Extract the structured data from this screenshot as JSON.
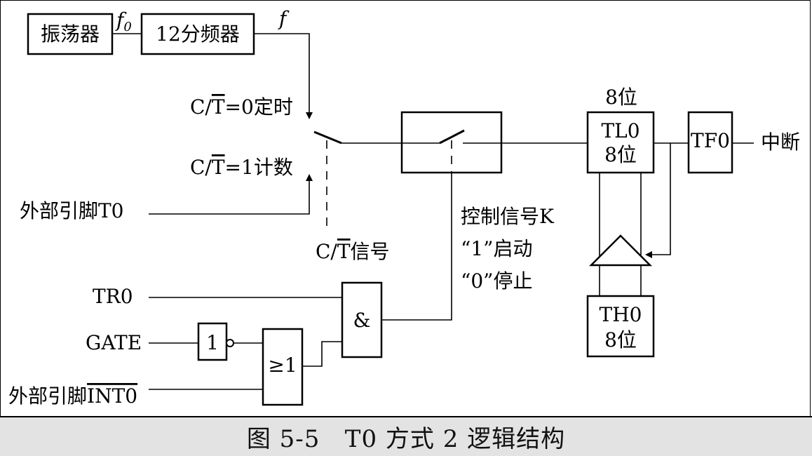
{
  "diagram": {
    "oscillator": "振荡器",
    "divider": "12分频器",
    "f0_label": "f",
    "f0_sub": "0",
    "f_label": "f",
    "ct0_prefix": "C/",
    "ct0_t": "T",
    "ct0_suffix": "=0定时",
    "ct1_prefix": "C/",
    "ct1_t": "T",
    "ct1_suffix": "=1计数",
    "ext_t0": "外部引脚T0",
    "ct_signal_prefix": "C/",
    "ct_signal_t": "T",
    "ct_signal_suffix": "信号",
    "control_k": "控制信号K",
    "start_label": "“1”启动",
    "stop_label": "“0”停止",
    "tl0_top": "8位",
    "tl0_name": "TL0",
    "tl0_bits": "8位",
    "tf0": "TF0",
    "interrupt": "中断",
    "th0_name": "TH0",
    "th0_bits": "8位",
    "tr0": "TR0",
    "gate": "GATE",
    "ext_int_prefix": "外部引脚",
    "ext_int_name": "INT0",
    "not_gate": "1",
    "and_gate": "&",
    "or_gate": "≥1"
  },
  "caption": "图 5-5   T0 方式 2 逻辑结构"
}
